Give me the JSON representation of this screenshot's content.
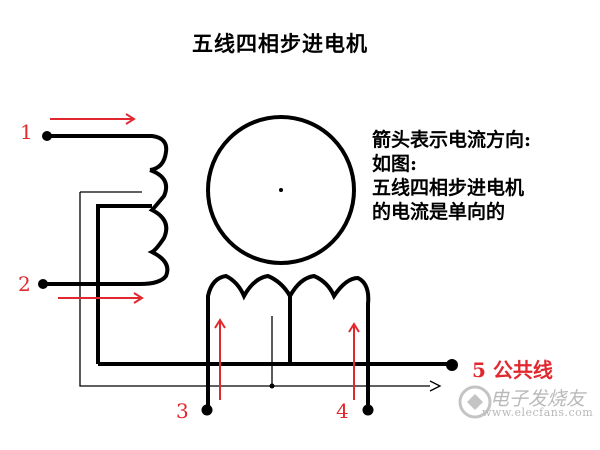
{
  "title": "五线四相步进电机",
  "note": {
    "lines": [
      "箭头表示电流方向:",
      "如图:",
      "五线四相步进电机",
      "的电流是单向的"
    ]
  },
  "pins": {
    "p1": "1",
    "p2": "2",
    "p3": "3",
    "p4": "4",
    "p5": "5",
    "common_label": "公共线"
  },
  "watermark": {
    "text": "电子发烧友",
    "url": "www.elecfans.com"
  },
  "colors": {
    "wire": "#000000",
    "arrow": "#e0282e",
    "label": "#e0282e",
    "thin_line": "#000000"
  }
}
